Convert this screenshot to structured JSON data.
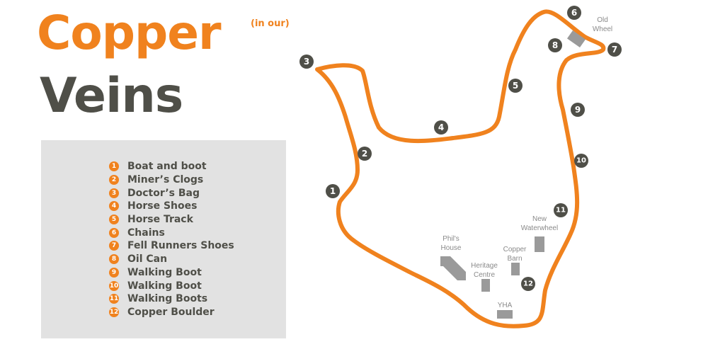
{
  "title": {
    "line1": "Copper",
    "aside": "(in our)",
    "line2": "Veins"
  },
  "colors": {
    "accent": "#F0821E",
    "dark": "#4F4F48",
    "panel": "#E2E2E2",
    "building": "#9A9A9A"
  },
  "legend": [
    {
      "num": "1",
      "label": "Boat and boot"
    },
    {
      "num": "2",
      "label": "Miner’s Clogs"
    },
    {
      "num": "3",
      "label": "Doctor’s Bag"
    },
    {
      "num": "4",
      "label": "Horse Shoes"
    },
    {
      "num": "5",
      "label": "Horse Track"
    },
    {
      "num": "6",
      "label": "Chains"
    },
    {
      "num": "7",
      "label": "Fell Runners Shoes"
    },
    {
      "num": "8",
      "label": "Oil Can"
    },
    {
      "num": "9",
      "label": "Walking Boot"
    },
    {
      "num": "10",
      "label": "Walking Boot"
    },
    {
      "num": "11",
      "label": "Walking Boots"
    },
    {
      "num": "12",
      "label": "Copper Boulder"
    }
  ],
  "map": {
    "markers": [
      "1",
      "2",
      "3",
      "4",
      "5",
      "6",
      "7",
      "8",
      "9",
      "10",
      "11",
      "12"
    ],
    "places": {
      "old_wheel": [
        "Old",
        "Wheel"
      ],
      "new_waterwheel": [
        "New",
        "Waterwheel"
      ],
      "phils_house": [
        "Phil's",
        "House"
      ],
      "heritage_centre": [
        "Heritage",
        "Centre"
      ],
      "copper_barn": [
        "Copper",
        "Barn"
      ],
      "yha": [
        "YHA"
      ]
    }
  }
}
